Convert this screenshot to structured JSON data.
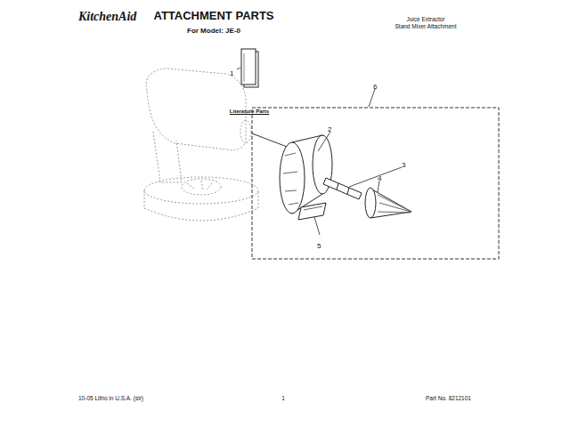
{
  "diagram": {
    "title": "ATTACHMENT PARTS",
    "labels": [
      "KitchenAid",
      "For Model: JE-0",
      "Juice Extractor",
      "Stand Mixer Attachment",
      "1",
      "Literature Parts",
      "2",
      "3",
      "4",
      "5",
      "6",
      "10-05 Litho in U.S.A. (slr)",
      "1",
      "Part No. 8212101"
    ]
  }
}
